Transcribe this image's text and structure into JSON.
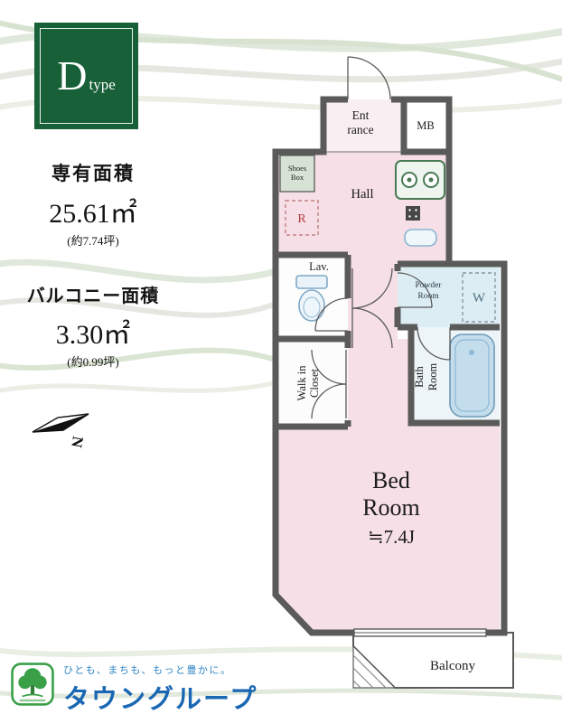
{
  "unit": {
    "type_letter": "D",
    "type_suffix": "type"
  },
  "areas": {
    "exclusive_label": "専有面積",
    "exclusive_value": "25.61㎡",
    "exclusive_tsubo": "(約7.74坪)",
    "balcony_label": "バルコニー面積",
    "balcony_value": "3.30㎡",
    "balcony_tsubo": "(約0.99坪)"
  },
  "compass": {
    "north_label": "N"
  },
  "floorplan": {
    "rooms": {
      "entrance_line1": "Ent",
      "entrance_line2": "rance",
      "mb": "MB",
      "shoes_line1": "Shoes",
      "shoes_line2": "Box",
      "hall": "Hall",
      "refrigerator": "R",
      "lavatory": "Lav.",
      "powder_line1": "Powder",
      "powder_line2": "Room",
      "washer": "W",
      "bath_line1": "Bath",
      "bath_line2": "Room",
      "wic_line1": "Walk in",
      "wic_line2": "Closet",
      "bedroom_line1": "Bed",
      "bedroom_line2": "Room",
      "bedroom_size": "≒7.4J",
      "balcony": "Balcony"
    },
    "colors": {
      "wall": "#5a5a5a",
      "floor_pink": "#f6dfe7",
      "floor_blue": "#dcedf3",
      "tub_blue": "#c3dded",
      "shoes_green": "#d6e3d4",
      "kitchen_green": "#4a7a55",
      "accent_red": "#b34040"
    }
  },
  "brand": {
    "tagline": "ひとも、まちも、もっと豊かに。",
    "name": "タウングループ",
    "colors": {
      "blue": "#1a67b3",
      "green": "#3aa048"
    }
  }
}
